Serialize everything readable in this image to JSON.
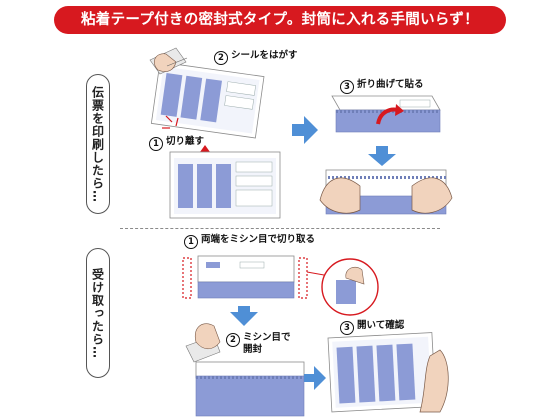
{
  "banner": {
    "title": "粘着テープ付きの密封式タイプ。封筒に入れる手間いらず！"
  },
  "phases": {
    "printing": {
      "label": "伝票を印刷したら…",
      "steps": [
        {
          "number": "1",
          "text": "切り離す"
        },
        {
          "number": "2",
          "text": "シールをはがす"
        },
        {
          "number": "3",
          "text": "折り曲げて貼る"
        }
      ]
    },
    "receiving": {
      "label": "受け取ったら…",
      "steps": [
        {
          "number": "1",
          "text": "両端をミシン目で切り取る"
        },
        {
          "number": "2",
          "text": "ミシン目で\n開封"
        },
        {
          "number": "3",
          "text": "開いて確認"
        }
      ]
    }
  },
  "colors": {
    "accent": "#d7191f",
    "arrow_blue": "#4f8fd6",
    "form_blue": "#8c9bd6",
    "tape_red": "#d7191f"
  }
}
